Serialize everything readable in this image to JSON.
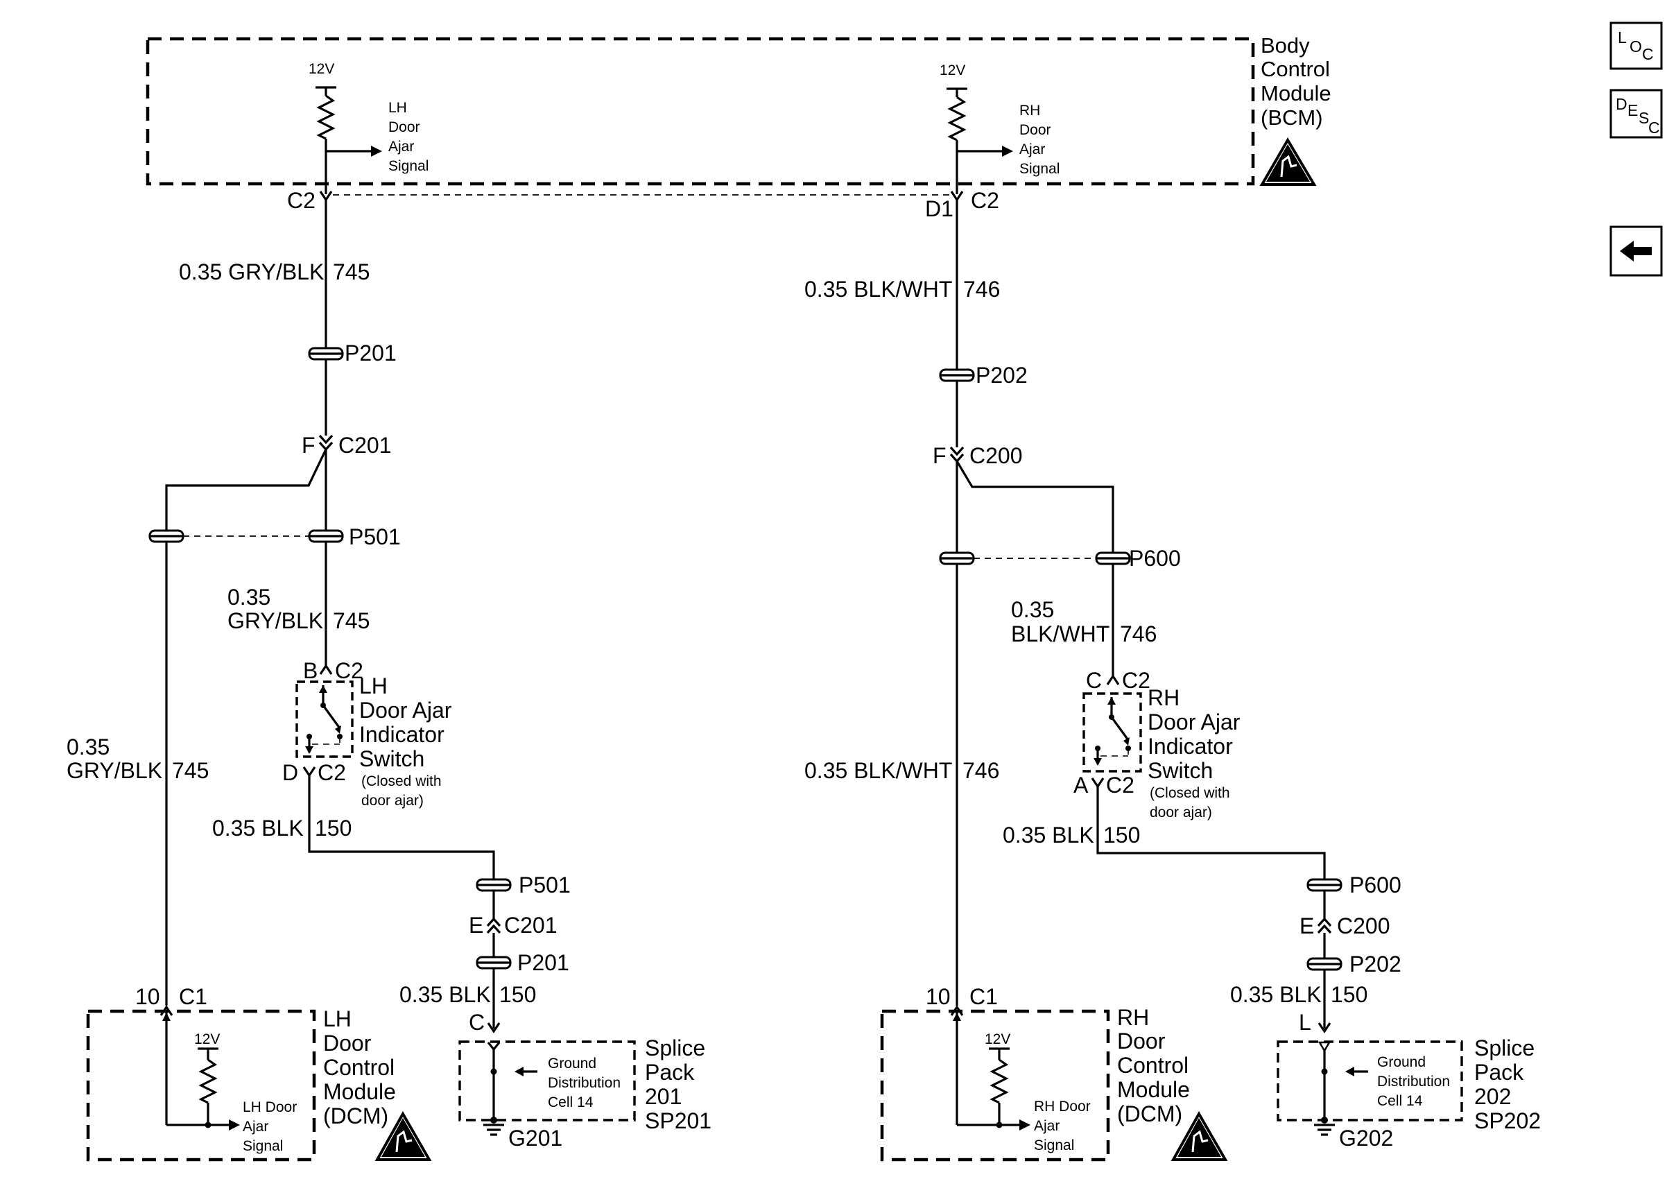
{
  "nav": {
    "loc_button": {
      "main": "L",
      "sub1": "O",
      "sub2": "C"
    },
    "desc_button": {
      "main": "D",
      "sub1": "E",
      "sub2": "S",
      "sub3": "C"
    },
    "back_icon": "left-arrow-icon"
  },
  "bcm": {
    "name_lines": [
      "Body",
      "Control",
      "Module",
      "(BCM)"
    ],
    "lh_supply": "12V",
    "rh_supply": "12V",
    "lh_signal_lines": [
      "LH",
      "Door",
      "Ajar",
      "Signal"
    ],
    "rh_signal_lines": [
      "RH",
      "Door",
      "Ajar",
      "Signal"
    ],
    "lh_conn_connector": "C2",
    "rh_conn_pin": "D1",
    "rh_conn_connector": "C2"
  },
  "lh": {
    "wire1": {
      "size_color": "0.35 GRY/BLK",
      "circuit": "745"
    },
    "p201_top": "P201",
    "c201_pin": "F",
    "c201_name": "C201",
    "p501_top": "P501",
    "wire2": {
      "size": "0.35",
      "color": "GRY/BLK",
      "circuit": "745"
    },
    "switch_in_pin": "B",
    "switch_in_conn": "C2",
    "switch_name_lines": [
      "LH",
      "Door Ajar",
      "Indicator",
      "Switch"
    ],
    "switch_note_lines": [
      "(Closed with",
      "door ajar)"
    ],
    "switch_out_pin": "D",
    "switch_out_conn": "C2",
    "left_wire": {
      "size": "0.35",
      "color": "GRY/BLK",
      "circuit": "745"
    },
    "gnd_wire1": {
      "size_color": "0.35 BLK",
      "circuit": "150"
    },
    "p501_bottom": "P501",
    "c201_bottom_pin": "E",
    "c201_bottom_name": "C201",
    "p201_bottom": "P201",
    "gnd_wire2": {
      "size_color": "0.35 BLK",
      "circuit": "150"
    },
    "splice_pin": "C",
    "splice_inner_lines": [
      "Ground",
      "Distribution",
      "Cell 14"
    ],
    "splice_name_lines": [
      "Splice",
      "Pack",
      "201",
      "SP201"
    ],
    "ground": "G201",
    "dcm_pin": "10",
    "dcm_conn": "C1",
    "dcm_supply": "12V",
    "dcm_signal_lines": [
      "LH Door",
      "Ajar",
      "Signal"
    ],
    "dcm_name_lines": [
      "LH",
      "Door",
      "Control",
      "Module",
      "(DCM)"
    ]
  },
  "rh": {
    "wire1": {
      "size_color": "0.35 BLK/WHT",
      "circuit": "746"
    },
    "p202_top": "P202",
    "c200_pin": "F",
    "c200_name": "C200",
    "p600_top": "P600",
    "wire2": {
      "size": "0.35",
      "color": "BLK/WHT",
      "circuit": "746"
    },
    "switch_in_pin": "C",
    "switch_in_conn": "C2",
    "switch_name_lines": [
      "RH",
      "Door Ajar",
      "Indicator",
      "Switch"
    ],
    "switch_note_lines": [
      "(Closed with",
      "door ajar)"
    ],
    "switch_out_pin": "A",
    "switch_out_conn": "C2",
    "left_wire": {
      "size_color": "0.35 BLK/WHT",
      "circuit": "746"
    },
    "gnd_wire1": {
      "size_color": "0.35 BLK",
      "circuit": "150"
    },
    "p600_bottom": "P600",
    "c200_bottom_pin": "E",
    "c200_bottom_name": "C200",
    "p202_bottom": "P202",
    "gnd_wire2": {
      "size_color": "0.35 BLK",
      "circuit": "150"
    },
    "splice_pin": "L",
    "splice_inner_lines": [
      "Ground",
      "Distribution",
      "Cell 14"
    ],
    "splice_name_lines": [
      "Splice",
      "Pack",
      "202",
      "SP202"
    ],
    "ground": "G202",
    "dcm_pin": "10",
    "dcm_conn": "C1",
    "dcm_supply": "12V",
    "dcm_signal_lines": [
      "RH Door",
      "Ajar",
      "Signal"
    ],
    "dcm_name_lines": [
      "RH",
      "Door",
      "Control",
      "Module",
      "(DCM)"
    ]
  }
}
